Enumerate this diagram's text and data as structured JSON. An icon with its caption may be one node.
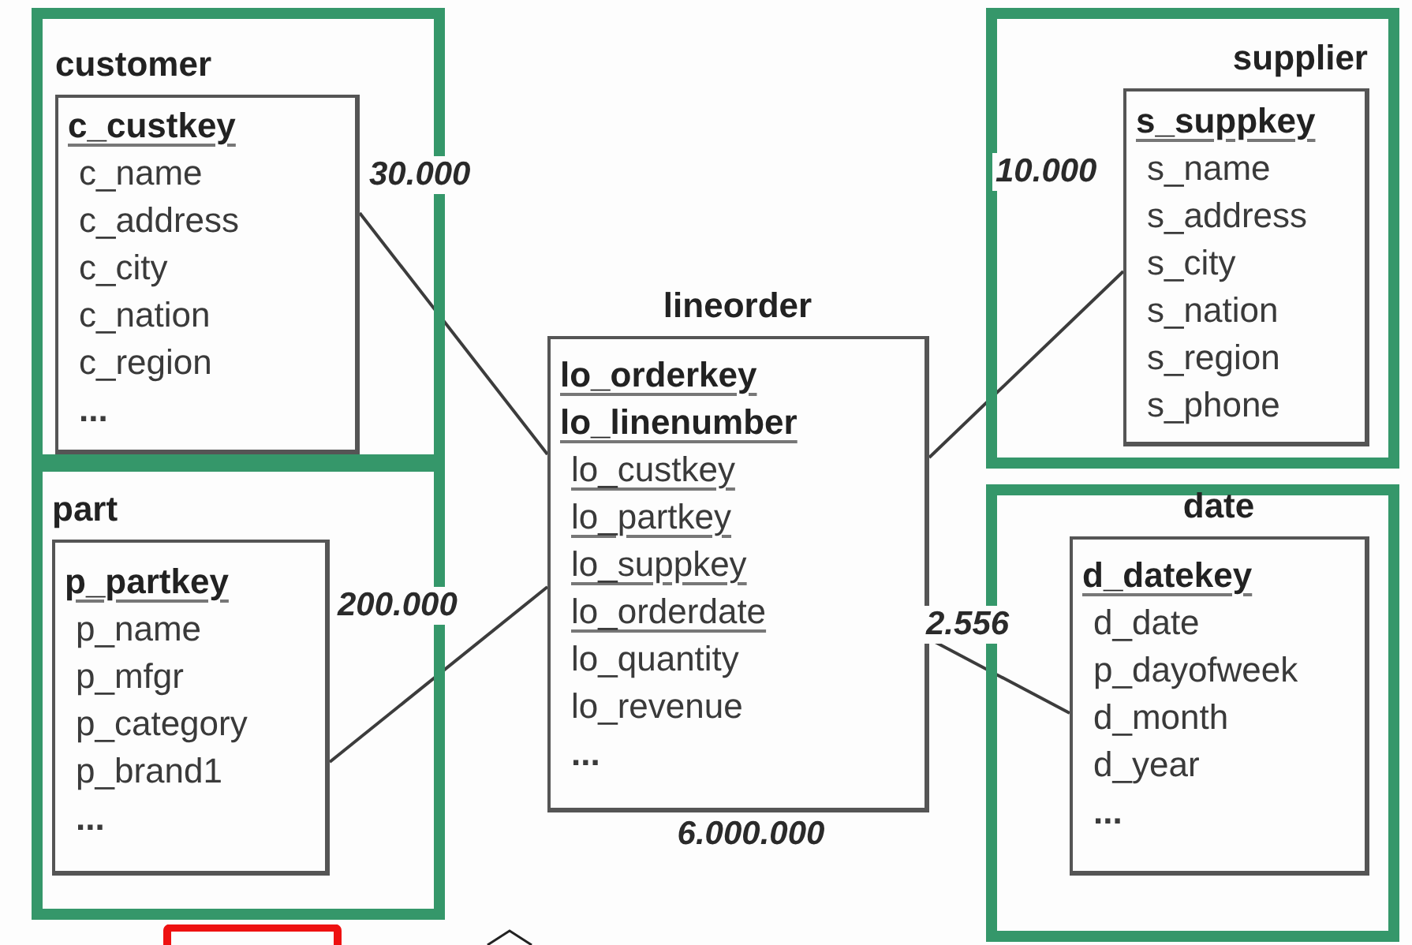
{
  "diagram": {
    "nodes": [
      {
        "text": [],
        "shape": "box"
      },
      {
        "text": [
          "customer",
          "c_custkey",
          "c_name",
          "c_address",
          "c_city",
          "c_nation",
          "c_region",
          "..."
        ],
        "in": 0
      },
      {
        "text": [],
        "shape": "box"
      },
      {
        "text": [
          "supplier",
          "s_suppkey",
          "s_name",
          "s_address",
          "s_city",
          "s_nation",
          "s_region",
          "s_phone"
        ],
        "in": 2
      },
      {
        "text": [
          "lineorder",
          "lo_orderkey",
          "lo_linenumber",
          "lo_custkey",
          "lo_partkey",
          "lo_suppkey",
          "lo_orderdate",
          "lo_quantity",
          "lo_revenue",
          "..."
        ],
        "beside": [
          "6.000.000"
        ]
      },
      {
        "text": [],
        "shape": "box"
      },
      {
        "text": [
          "part",
          "p_partkey",
          "p_name",
          "p_mfgr",
          "p_category",
          "p_brand1",
          "..."
        ],
        "in": 5
      },
      {
        "text": [],
        "shape": "box"
      },
      {
        "text": [
          "date",
          "d_datekey",
          "d_date",
          "p_dayofweek",
          "d_month",
          "d_year",
          "..."
        ],
        "in": 7
      }
    ],
    "labels": [
      "30.000",
      "10.000",
      "200.000",
      "2.556"
    ],
    "edges": [
      {
        "from": 1,
        "to": 4,
        "arrow": "none"
      },
      {
        "from": 3,
        "to": 4,
        "arrow": "none"
      },
      {
        "from": 6,
        "to": 4,
        "arrow": "none"
      },
      {
        "from": 8,
        "to": 4,
        "arrow": "none"
      }
    ]
  }
}
